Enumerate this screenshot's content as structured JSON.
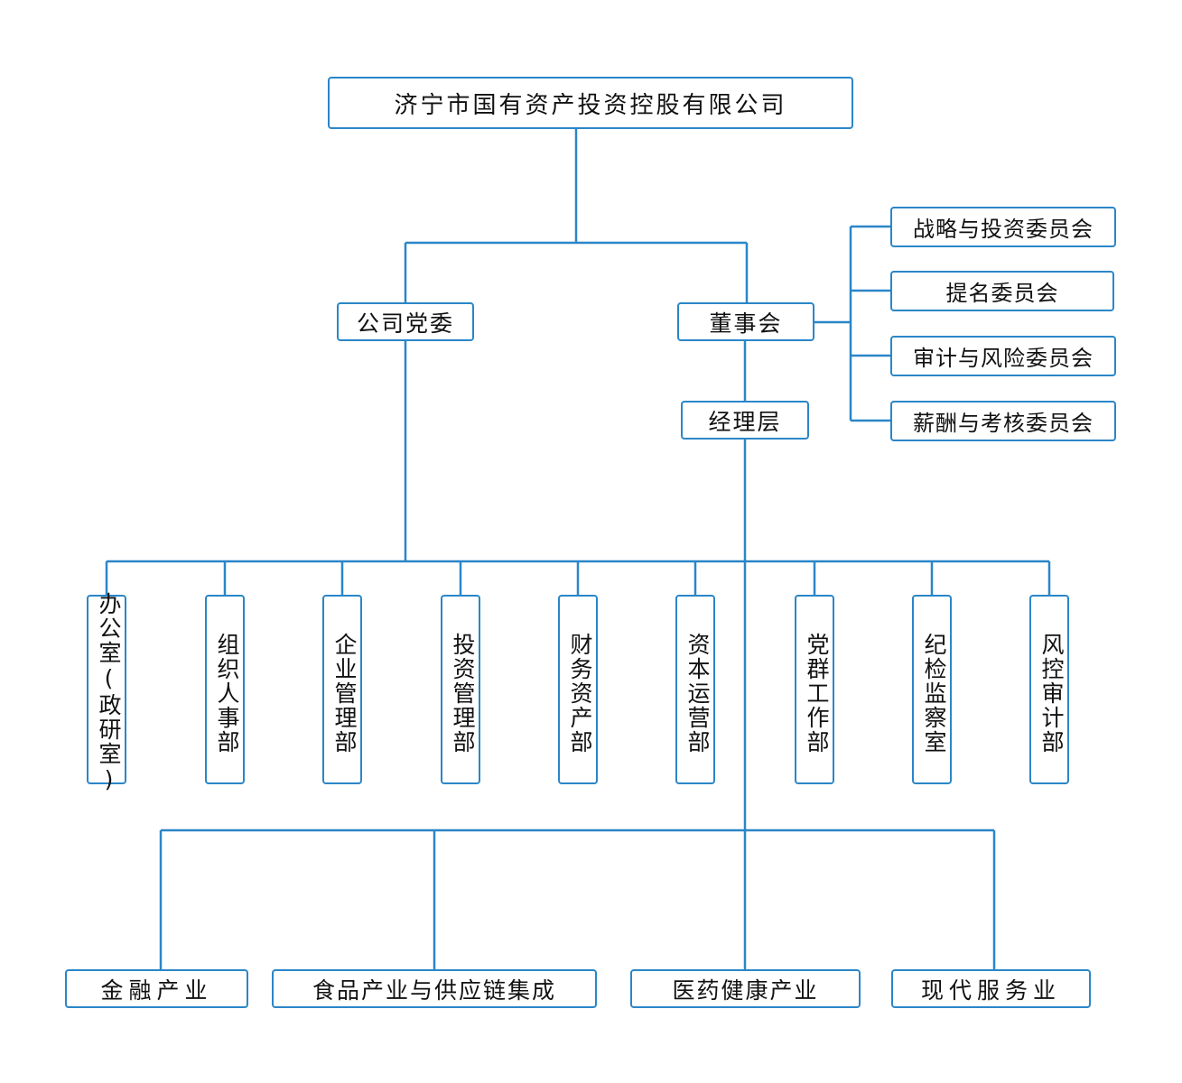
{
  "colors": {
    "line": "#2a86c8",
    "border": "#2a86c8",
    "text": "#111111"
  },
  "top": {
    "company": "济宁市国有资产投资控股有限公司"
  },
  "mid": {
    "party": "公司党委",
    "board": "董事会",
    "management": "经理层"
  },
  "committees": [
    "战略与投资委员会",
    "提名委员会",
    "审计与风险委员会",
    "薪酬与考核委员会"
  ],
  "departments": [
    "办公室(政研室)",
    "组织人事部",
    "企业管理部",
    "投资管理部",
    "财务资产部",
    "资本运营部",
    "党群工作部",
    "纪检监察室",
    "风控审计部"
  ],
  "industries": [
    "金融产业",
    "食品产业与供应链集成",
    "医药健康产业",
    "现代服务业"
  ]
}
